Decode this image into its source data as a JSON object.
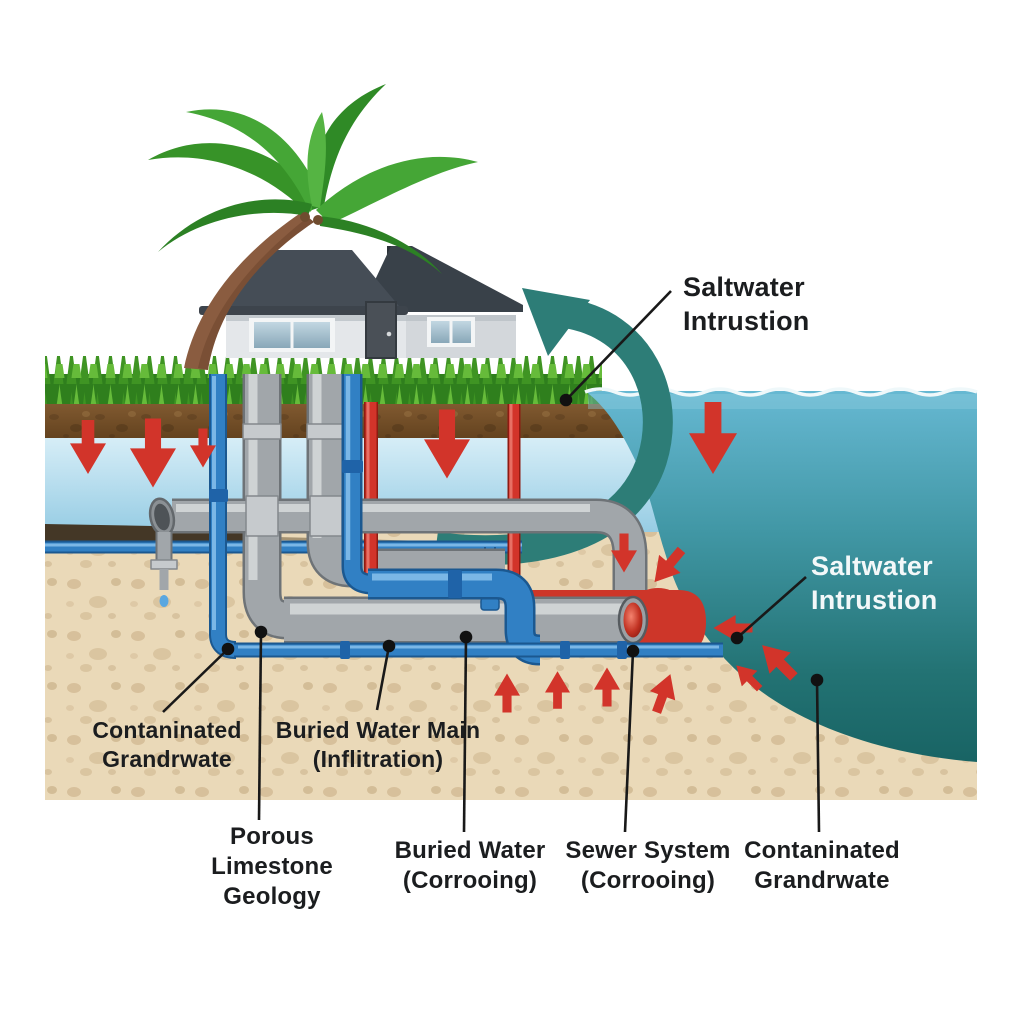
{
  "labels": {
    "saltwater_top": {
      "lines": [
        "Saltwater",
        "Intrustion"
      ]
    },
    "saltwater_mid": {
      "lines": [
        "Saltwater",
        "Intrustion"
      ]
    },
    "contaminated_groundwater_left": {
      "lines": [
        "Contaninated",
        "Grandrwate"
      ]
    },
    "buried_water_main": {
      "lines": [
        "Buried Water Main",
        "(Inflitration)"
      ]
    },
    "porous_limestone": {
      "lines": [
        "Porous",
        "Limestone",
        "Geology"
      ]
    },
    "buried_water": {
      "lines": [
        "Buried Water",
        "(Corrooing)"
      ]
    },
    "sewer_system": {
      "lines": [
        "Sewer System",
        "(Corrooing)"
      ]
    },
    "contaminated_groundwater_right": {
      "lines": [
        "Contaninated",
        "Grandrwate"
      ]
    }
  },
  "colors": {
    "ocean_top": "#66b8d2",
    "ocean_deep": "#155f5f",
    "saltwater_arrow": "#2d7d77",
    "alert_red": "#d2342a",
    "contamination_red": "#cd3629",
    "pipe_gray": "#a1a6aa",
    "pipe_blue": "#3180c4",
    "sand": "#ead9b8",
    "topsoil": "#7d552f",
    "groundwater": "#a9d7ea",
    "grass": "#4aa32c",
    "label_dark": "#1b1d1f",
    "label_light": "#f3f8f9",
    "leader_line": "#191919"
  }
}
